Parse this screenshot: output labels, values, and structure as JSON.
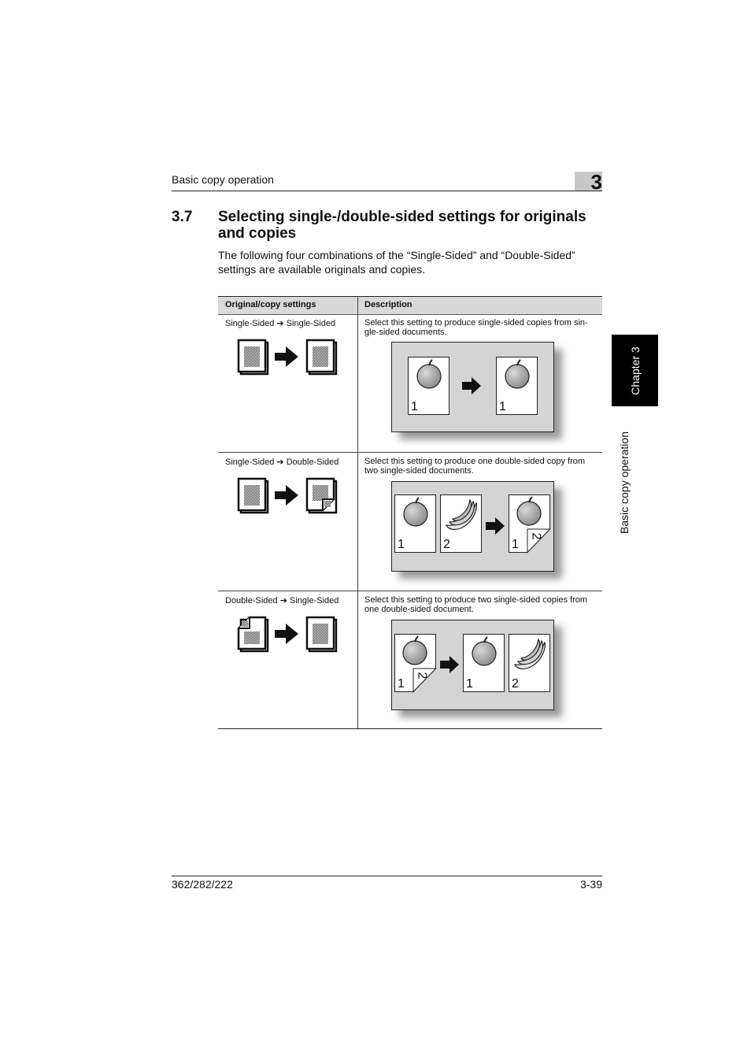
{
  "header": {
    "title": "Basic copy operation",
    "chapter_number": "3"
  },
  "section": {
    "number": "3.7",
    "title": "Selecting single-/double-sided settings for originals and copies",
    "intro": "The following four combinations of the “Single-Sided” and “Double-Sided” settings are available originals and copies."
  },
  "side_tab": {
    "chapter": "Chapter 3",
    "title": "Basic copy operation"
  },
  "table": {
    "headers": [
      "Original/copy settings",
      "Description"
    ],
    "rows": [
      {
        "setting": "Single-Sided ➔ Single-Sided",
        "description": "Select this setting to produce single-sided copies from sin-gle-sided documents.",
        "desc_lines": [
          "Select this setting to produce single-sided copies from sin-",
          "gle-sided documents."
        ],
        "page_numbers": [
          "1",
          "1"
        ]
      },
      {
        "setting": "Single-Sided ➔ Double-Sided",
        "description": "Select this setting to produce one double-sided copy from two single-sided documents.",
        "desc_lines": [
          "Select this setting to produce one double-sided copy from",
          "two single-sided documents."
        ],
        "page_numbers": [
          "1",
          "2",
          "1",
          "2"
        ]
      },
      {
        "setting": "Double-Sided ➔ Single-Sided",
        "description": "Select this setting to produce two single-sided copies from one double-sided document.",
        "desc_lines": [
          "Select this setting to produce two single-sided copies from",
          "one double-sided document."
        ],
        "page_numbers": [
          "1",
          "2",
          "1",
          "2"
        ]
      }
    ]
  },
  "footer": {
    "model": "362/282/222",
    "page": "3-39"
  },
  "colors": {
    "panel_bg": "#d4d4d4",
    "header_bg": "#d9d9d9",
    "side_tab": "#000000"
  }
}
